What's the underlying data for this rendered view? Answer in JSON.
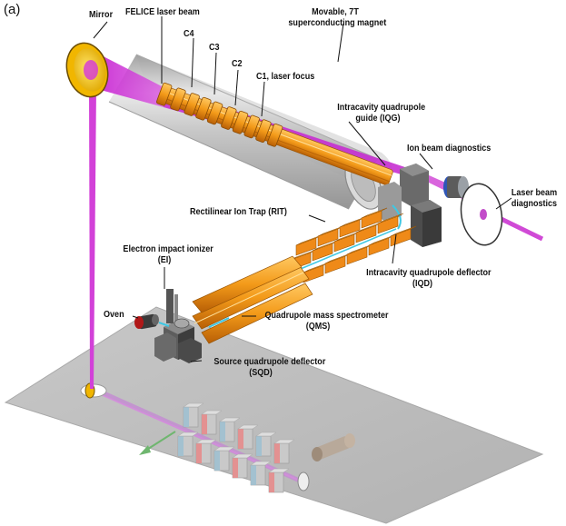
{
  "figure": {
    "panel_label": "(a)"
  },
  "labels": {
    "mirror": "Mirror",
    "felice_beam": "FELICE laser beam",
    "magnet_line1": "Movable, 7T",
    "magnet_line2": "superconducting magnet",
    "c4": "C4",
    "c3": "C3",
    "c2": "C2",
    "c1": "C1, laser focus",
    "iqg_line1": "Intracavity quadrupole",
    "iqg_line2": "guide (IQG)",
    "ion_beam_diag": "Ion beam diagnostics",
    "laser_diag_line1": "Laser beam",
    "laser_diag_line2": "diagnostics",
    "rit": "Rectilinear Ion Trap (RIT)",
    "ei_line1": "Electron impact ionizer",
    "ei_line2": "(EI)",
    "iqd_line1": "Intracavity quadrupole deflector",
    "iqd_line2": "(IQD)",
    "oven": "Oven",
    "qms_line1": "Quadrupole mass spectrometer",
    "qms_line2": "(QMS)",
    "sqd_line1": "Source quadrupole deflector",
    "sqd_line2": "(SQD)"
  },
  "colors": {
    "laser": "#d23ad6",
    "laser_light": "#e68de8",
    "rod_orange": "#f3a11f",
    "rod_dark": "#c96e0c",
    "magnet_grey": "#c9c9c9",
    "floor": "#bdbdbd",
    "mirror_gold": "#ffd21f",
    "ion_cyan": "#3ec7e3",
    "deflector_grey": "#5a5a5a"
  }
}
